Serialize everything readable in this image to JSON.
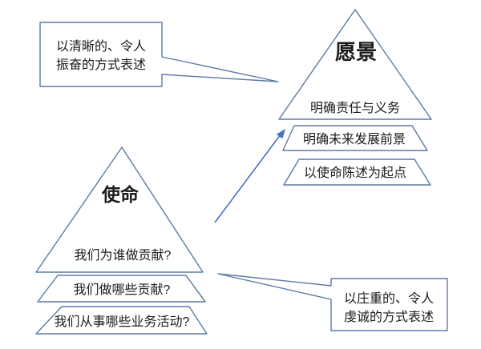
{
  "diagram_title": "mission-vision-pyramids",
  "colors": {
    "background": "#ffffff",
    "shape_stroke": "#5b7aa6",
    "arrow": "#4472c4",
    "text": "#1c1c1c"
  },
  "callouts": {
    "top_left": {
      "line1": "以清晰的、令人",
      "line2": "振奋的方式表述"
    },
    "bottom_right": {
      "line1": "以庄重的、令人",
      "line2": "虔诚的方式表述"
    }
  },
  "vision_pyramid": {
    "title": "愿景",
    "levels": [
      "明确责任与义务",
      "明确未来发展前景",
      "以使命陈述为起点"
    ]
  },
  "mission_pyramid": {
    "title": "使命",
    "levels": [
      "我们为谁做贡献?",
      "我们做哪些贡献?",
      "我们从事哪些业务活动?"
    ]
  },
  "connector": {
    "description": "arrow-from-mission-to-vision"
  }
}
